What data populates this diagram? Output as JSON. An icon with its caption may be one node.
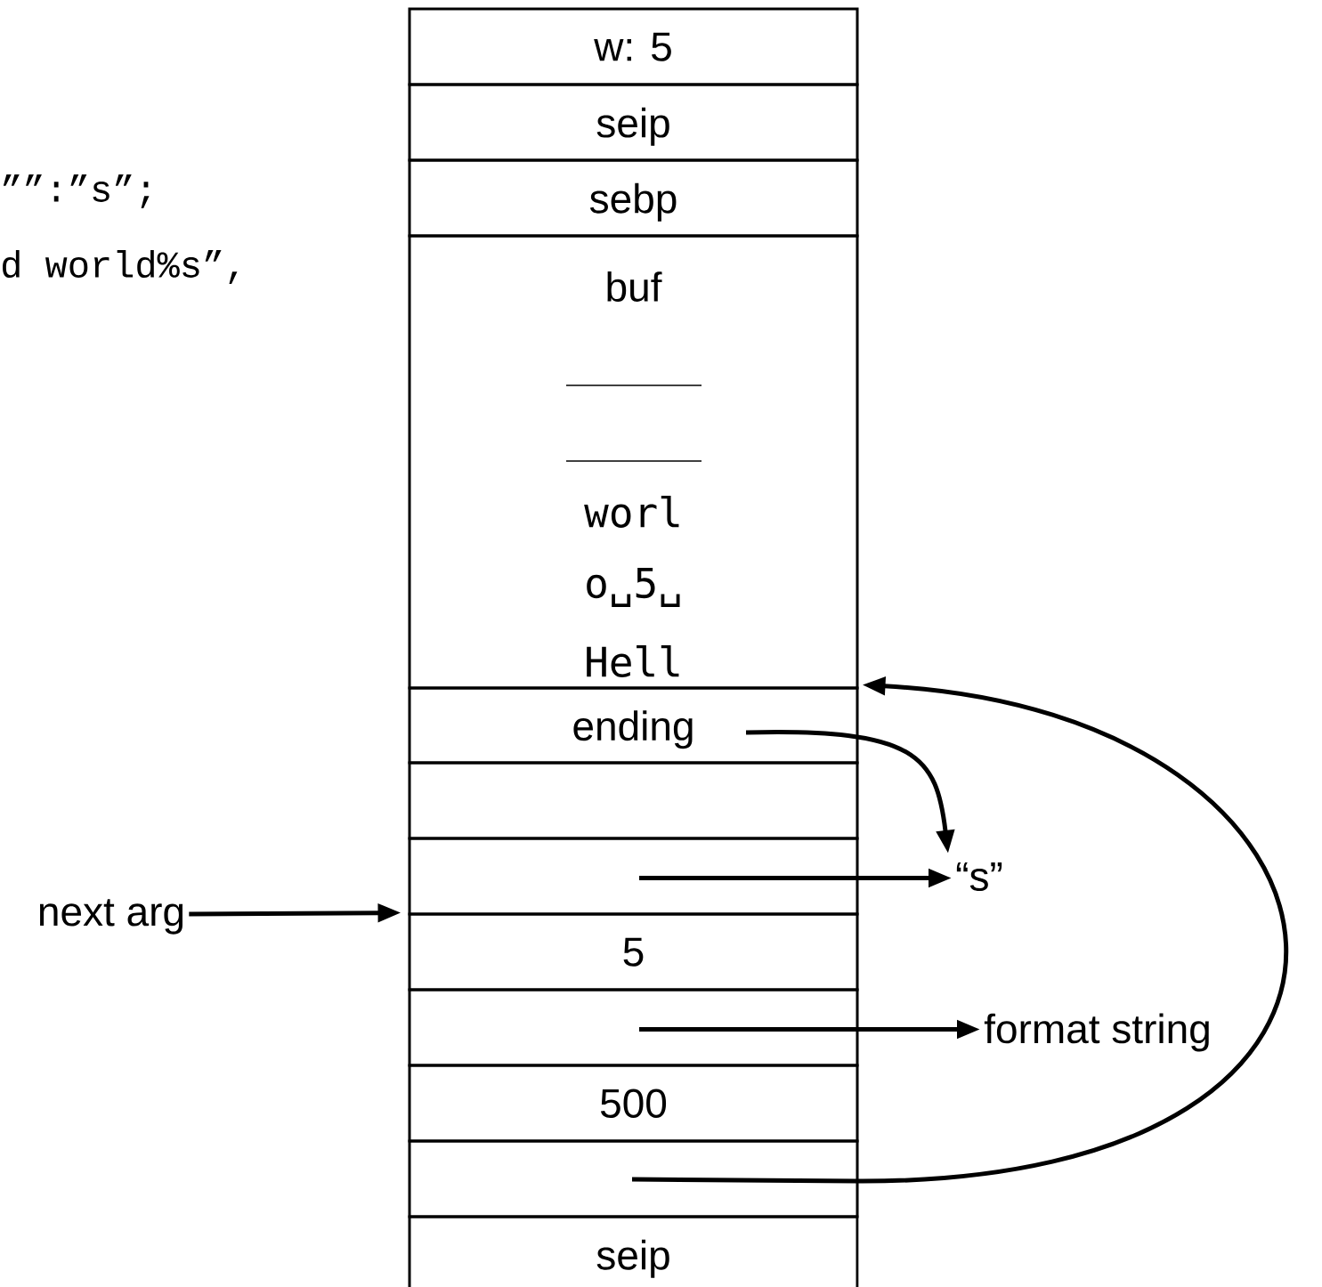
{
  "diagram": {
    "nodes": [
      {
        "text": [
          "w: 5"
        ]
      },
      {
        "text": [
          "seip"
        ]
      },
      {
        "text": [
          "sebp"
        ]
      },
      {
        "text": [
          "buf",
          "worl",
          "o␣5␣",
          "Hell"
        ]
      },
      {
        "text": [
          "ending"
        ]
      },
      {
        "text": [],
        "shape": "box"
      },
      {
        "text": [],
        "shape": "box"
      },
      {
        "text": [
          "5"
        ]
      },
      {
        "text": [],
        "shape": "box"
      },
      {
        "text": [
          "500"
        ]
      },
      {
        "text": [],
        "shape": "box"
      },
      {
        "text": [
          "seip"
        ]
      },
      {
        "text": [
          "“s”"
        ]
      },
      {
        "text": [
          "format string"
        ]
      },
      {
        "text": [
          "next arg"
        ]
      }
    ],
    "edges": [
      {
        "from": 4,
        "to": 12,
        "arrow": "to"
      },
      {
        "from": 6,
        "to": 12,
        "arrow": "to"
      },
      {
        "from": 8,
        "to": 13,
        "arrow": "to"
      },
      {
        "from": 10,
        "to": 3,
        "arrow": "to"
      },
      {
        "from": 14,
        "to": 7,
        "arrow": "to"
      }
    ],
    "labels": [
      "””:”s”;",
      "d world%s”,"
    ]
  }
}
